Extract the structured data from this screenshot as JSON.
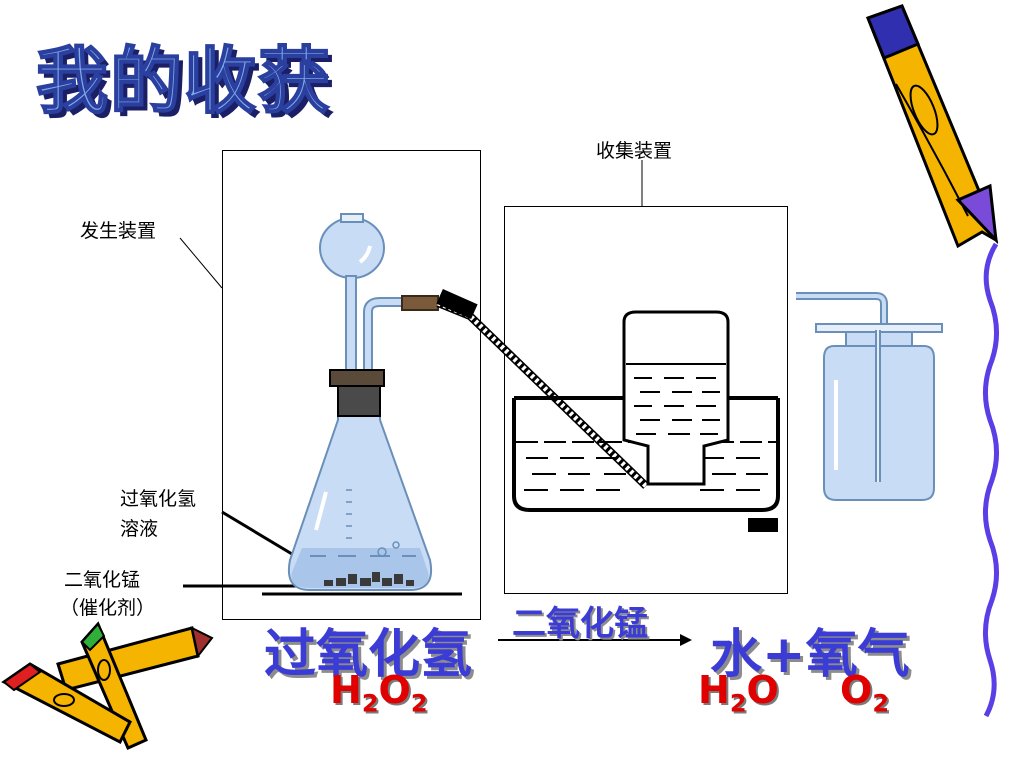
{
  "title": "我的收获",
  "labels": {
    "generator": "发生装置",
    "collector": "收集装置",
    "peroxide_line1": "过氧化氢",
    "peroxide_line2": "溶液",
    "mno2_line1": "二氧化锰",
    "mno2_line2": "（催化剂）"
  },
  "equation": {
    "reactant": "过氧化氢",
    "condition": "二氧化锰",
    "product": "水+氧气",
    "reactant_formula": {
      "a": "H",
      "a_sub": "2",
      "b": "O",
      "b_sub": "2"
    },
    "product_formula_1": {
      "a": "H",
      "a_sub": "2",
      "b": "O"
    },
    "product_formula_2": {
      "a": "O",
      "a_sub": "2"
    }
  },
  "colors": {
    "title_fill": "#7fa8e8",
    "title_outline": "#2a3f9e",
    "equation_text": "#3b3bd6",
    "formula_text": "#e00000",
    "glass": "#c8dcf5",
    "glass_edge": "#6a8fb8",
    "stopper": "#3a3a3a",
    "pencil_yellow": "#f5b400",
    "border_wave": "#5b3ee6"
  },
  "icons": [
    "pencil-icon",
    "crayon-icon",
    "wavy-border-decoration"
  ]
}
